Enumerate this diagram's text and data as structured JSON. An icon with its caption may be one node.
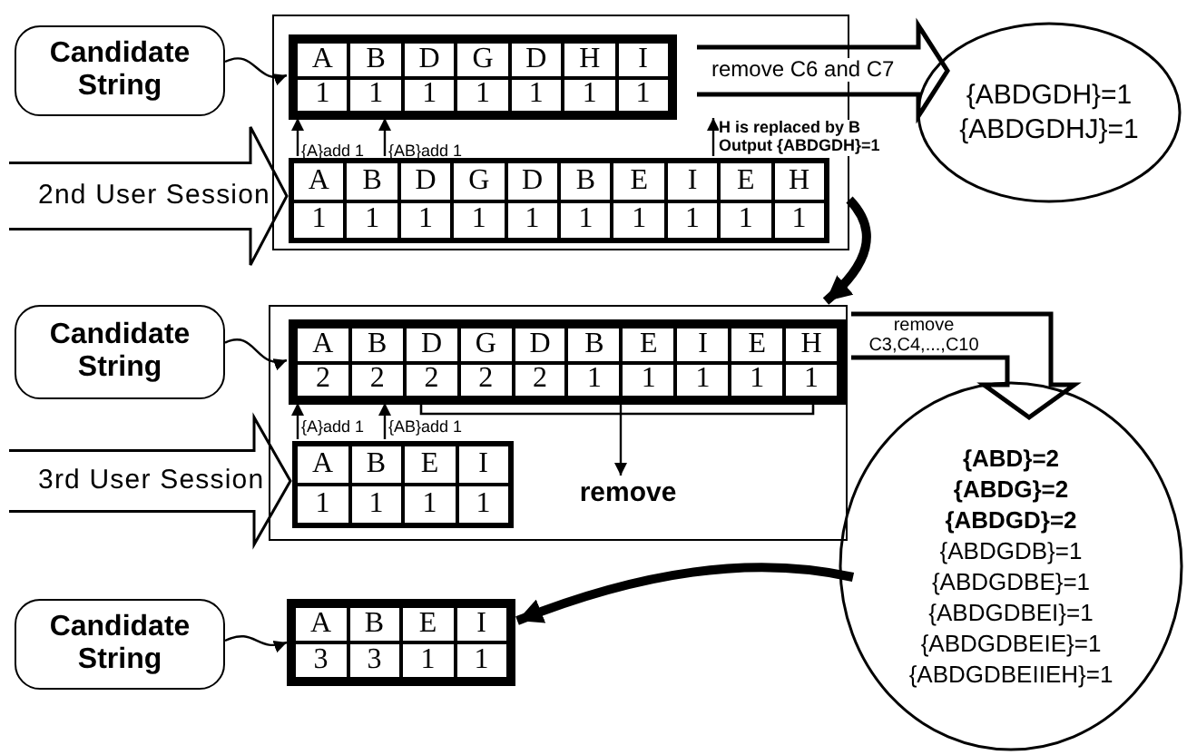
{
  "diagram": {
    "nodes": [
      {
        "text": [
          "Candidate String"
        ]
      },
      {
        "text": [],
        "shape": "box"
      },
      {
        "text": [
          "A",
          "B",
          "D",
          "G",
          "D",
          "H",
          "I",
          "1",
          "1",
          "1",
          "1",
          "1",
          "1",
          "1"
        ],
        "in": 1
      },
      {
        "text": [
          "2nd User Session"
        ]
      },
      {
        "text": [
          "A",
          "B",
          "D",
          "G",
          "D",
          "B",
          "E",
          "I",
          "E",
          "H",
          "1",
          "1",
          "1",
          "1",
          "1",
          "1",
          "1",
          "1",
          "1",
          "1"
        ],
        "in": 1
      },
      {
        "text": [
          "{ABDGDH}=1",
          "{ABDGDHJ}=1"
        ]
      },
      {
        "text": [
          "Candidate String"
        ]
      },
      {
        "text": [],
        "shape": "box"
      },
      {
        "text": [
          "A",
          "B",
          "D",
          "G",
          "D",
          "B",
          "E",
          "I",
          "E",
          "H",
          "2",
          "2",
          "2",
          "2",
          "2",
          "1",
          "1",
          "1",
          "1",
          "1"
        ],
        "in": 7
      },
      {
        "text": [
          "3rd User Session"
        ]
      },
      {
        "text": [
          "A",
          "B",
          "E",
          "I",
          "1",
          "1",
          "1",
          "1"
        ],
        "in": 7
      },
      {
        "text": [
          "remove"
        ],
        "in": 7
      },
      {
        "text": [
          "{ABD}=2",
          "{ABDG}=2",
          "{ABDGD}=2",
          "{ABDGDB}=1",
          "{ABDGDBE}=1",
          "{ABDGDBEI}=1",
          "{ABDGDBEIE}=1",
          "{ABDGDBEIIEH}=1"
        ]
      },
      {
        "text": [
          "Candidate String"
        ]
      },
      {
        "text": [
          "A",
          "B",
          "E",
          "I",
          "3",
          "3",
          "1",
          "1"
        ]
      }
    ],
    "edges": [
      {
        "from": 0,
        "to": 2,
        "arrow": "to"
      },
      {
        "from": 4,
        "to": 2,
        "arrow": "to",
        "label": "{A}add 1"
      },
      {
        "from": 4,
        "to": 2,
        "arrow": "to",
        "label": "{AB}add 1"
      },
      {
        "from": 4,
        "to": 2,
        "arrow": "to",
        "label": "H is replaced by B Output {ABDGDH}=1"
      },
      {
        "from": 2,
        "to": 5,
        "arrow": "to",
        "label": "remove C6 and C7",
        "style": "thick"
      },
      {
        "from": 1,
        "to": 7,
        "arrow": "to",
        "style": "thick"
      },
      {
        "from": 6,
        "to": 8,
        "arrow": "to"
      },
      {
        "from": 10,
        "to": 8,
        "arrow": "to",
        "label": "{A}add 1"
      },
      {
        "from": 10,
        "to": 8,
        "arrow": "to",
        "label": "{AB}add 1"
      },
      {
        "from": 8,
        "to": 11,
        "arrow": "to"
      },
      {
        "from": 8,
        "to": 12,
        "arrow": "to",
        "label": "remove C3,C4,...,C10",
        "style": "thick"
      },
      {
        "from": 12,
        "to": 14,
        "arrow": "to",
        "style": "thick"
      },
      {
        "from": 13,
        "to": 14,
        "arrow": "to"
      }
    ]
  }
}
